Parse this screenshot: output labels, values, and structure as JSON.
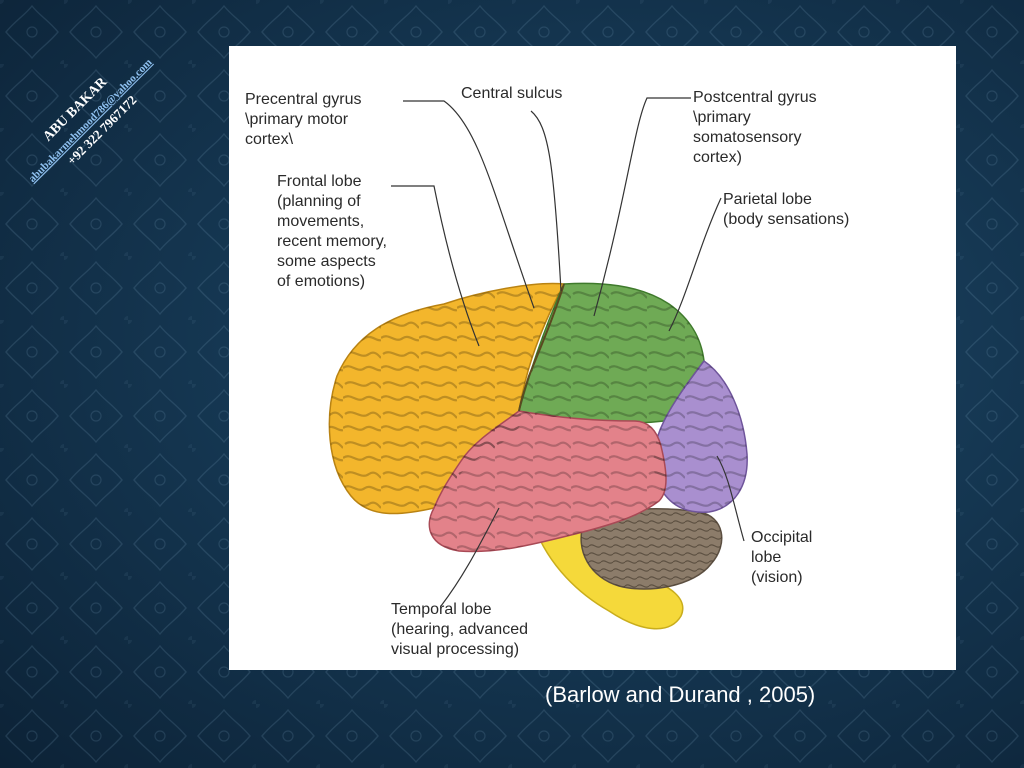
{
  "watermark": {
    "name": "ABU BAKAR",
    "email": "abubakarmehmood786@yahoo.com",
    "phone": "+92 322 7967172"
  },
  "labels": {
    "precentral": "Precentral gyrus\n\\primary motor\ncortex\\",
    "central_sulcus": "Central sulcus",
    "postcentral": "Postcentral gyrus\n\\primary\nsomatosensory\ncortex)",
    "frontal": "Frontal lobe\n(planning of\nmovements,\nrecent memory,\nsome aspects\nof emotions)",
    "parietal": "Parietal lobe\n(body sensations)",
    "occipital": "Occipital\nlobe\n(vision)",
    "temporal": "Temporal lobe\n(hearing, advanced\nvisual processing)"
  },
  "colors": {
    "frontal": "#f3b62c",
    "parietal": "#6faa55",
    "temporal": "#e3828a",
    "occipital": "#a98fcf",
    "cerebellum": "#8c7c6a",
    "brainstem": "#f5d93a",
    "background": "#153752"
  },
  "citation": "(Barlow and Durand , 2005)"
}
